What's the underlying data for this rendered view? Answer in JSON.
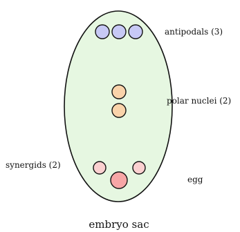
{
  "labels": {
    "antipodals": "antipodals (3)",
    "polar_nuclei": "polar nuclei (2)",
    "synergids": "synergids (2)",
    "egg": "egg",
    "caption": "embryo sac"
  },
  "colors": {
    "sac_fill": "#e6f7e1",
    "outline": "#111111",
    "antipodal": "#c7c9f5",
    "polar": "#f9d3aa",
    "synergid": "#fbd0d0",
    "egg": "#f7a6a6"
  }
}
